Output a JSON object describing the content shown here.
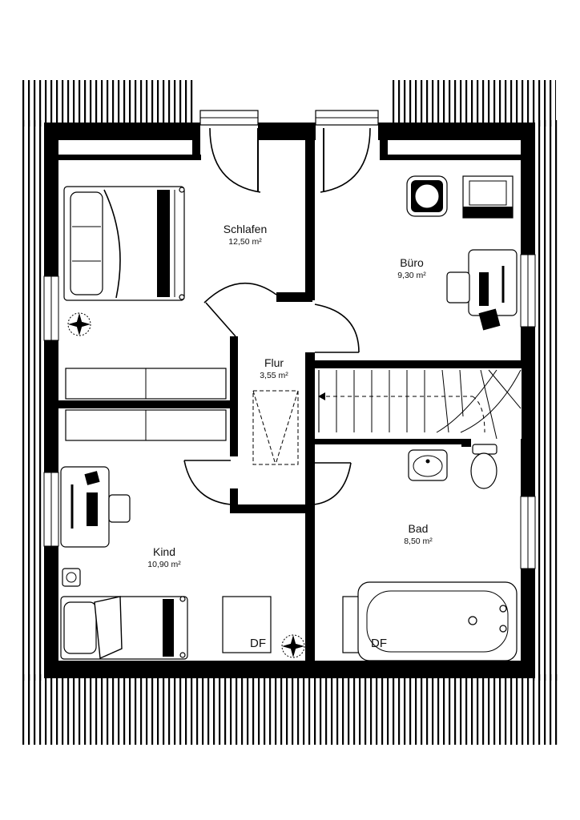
{
  "floorplan": {
    "rooms": {
      "schlafen": {
        "name": "Schlafen",
        "area": "12,50 m²"
      },
      "buero": {
        "name": "Büro",
        "area": "9,30 m²"
      },
      "flur": {
        "name": "Flur",
        "area": "3,55 m²"
      },
      "bad": {
        "name": "Bad",
        "area": "8,50 m²"
      },
      "kind": {
        "name": "Kind",
        "area": "10,90 m²"
      }
    },
    "skylights": {
      "kind_label": "DF",
      "bad_label": "DF"
    }
  }
}
